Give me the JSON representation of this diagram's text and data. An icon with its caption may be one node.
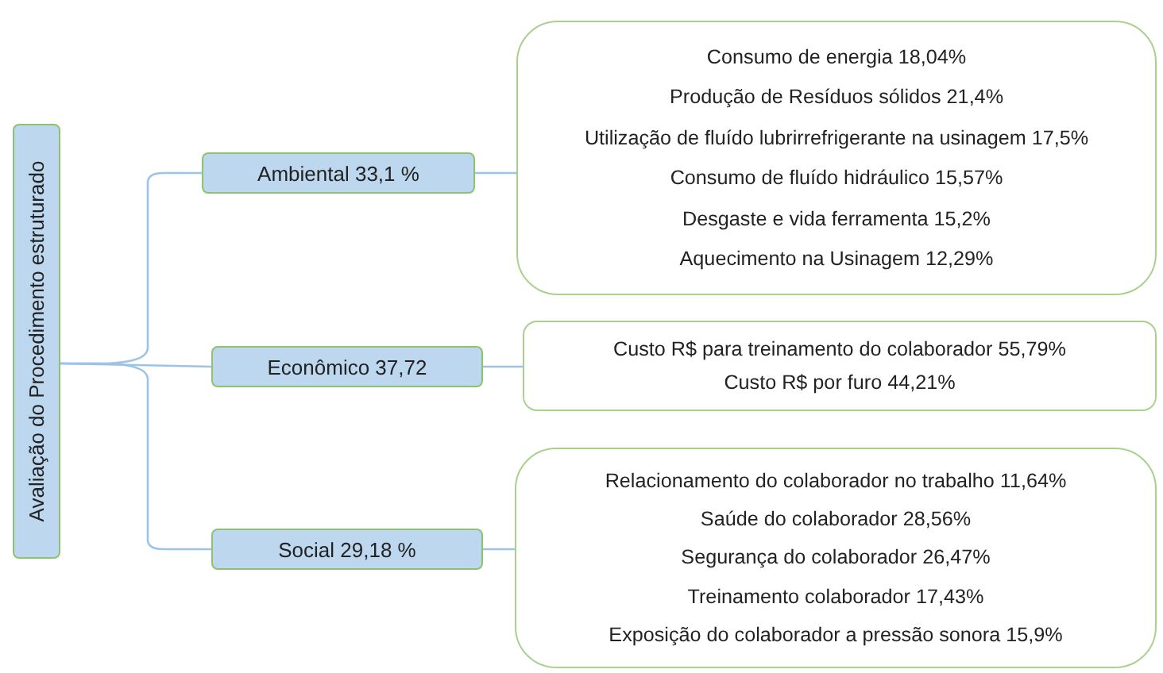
{
  "diagram": {
    "nodes": [
      {
        "text": [
          "Avaliação do Procedimento estruturado"
        ]
      },
      {
        "text": [
          "Ambiental 33,1 %"
        ]
      },
      {
        "text": [
          "Consumo de energia 18,04%",
          "Produção de Resíduos sólidos 21,4%",
          "Utilização de fluído lubrirrefrigerante na usinagem 17,5%",
          "Consumo de fluído hidráulico 15,57%",
          "Desgaste e vida ferramenta 15,2%",
          "Aquecimento na Usinagem 12,29%"
        ]
      },
      {
        "text": [
          "Econômico 37,72"
        ]
      },
      {
        "text": [
          "Custo R$ para treinamento do colaborador 55,79%",
          "Custo R$ por furo 44,21%"
        ]
      },
      {
        "text": [
          "Social 29,18 %"
        ]
      },
      {
        "text": [
          "Relacionamento do colaborador no trabalho 11,64%",
          "Saúde do colaborador 28,56%",
          "Segurança do colaborador 26,47%",
          "Treinamento colaborador 17,43%",
          "Exposição do colaborador a pressão sonora 15,9%"
        ]
      }
    ],
    "edges": [
      {
        "from": 0,
        "to": 1,
        "arrow": "none"
      },
      {
        "from": 0,
        "to": 3,
        "arrow": "none"
      },
      {
        "from": 0,
        "to": 5,
        "arrow": "none"
      },
      {
        "from": 1,
        "to": 2,
        "arrow": "none"
      },
      {
        "from": 3,
        "to": 4,
        "arrow": "none"
      },
      {
        "from": 5,
        "to": 6,
        "arrow": "none"
      }
    ]
  }
}
